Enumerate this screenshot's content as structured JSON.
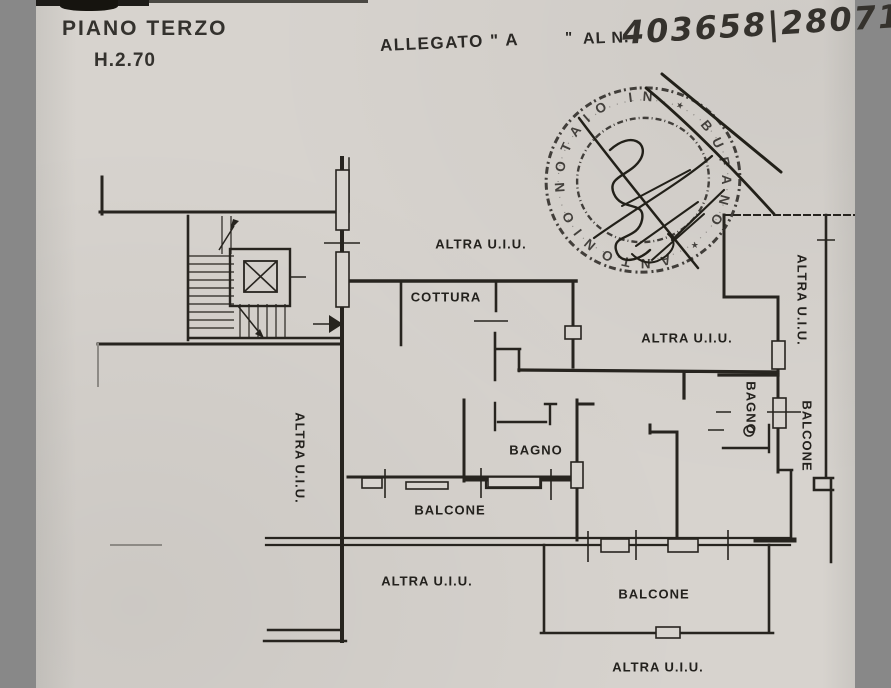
{
  "header": {
    "floor_title": "PIANO TERZO",
    "ceiling_height": "H.2.70",
    "allegato_label": "ALLEGATO \" A",
    "ditto_mark": "\"",
    "al_n_label": "AL N.",
    "document_number": "403658|28071"
  },
  "notary_stamp": {
    "ring_text": "NOTAIO IN ⋆ BUFANO ⋆ ANTONIO"
  },
  "plan": {
    "room_labels": [
      {
        "text": "ALTRA U.I.U."
      },
      {
        "text": "COTTURA"
      },
      {
        "text": "ALTRA U.I.U."
      },
      {
        "text": "ALTRA U.I.U."
      },
      {
        "text": "BAGNO"
      },
      {
        "text": "BALCONE"
      },
      {
        "text": "ALTRA U.I.U."
      },
      {
        "text": "BAGNO"
      },
      {
        "text": "BALCONE"
      },
      {
        "text": "ALTRA U.I.U."
      },
      {
        "text": "BALCONE"
      },
      {
        "text": "ALTRA U.I.U."
      }
    ]
  },
  "colors": {
    "paper": "#d7d3ce",
    "ink": "#27241f"
  }
}
